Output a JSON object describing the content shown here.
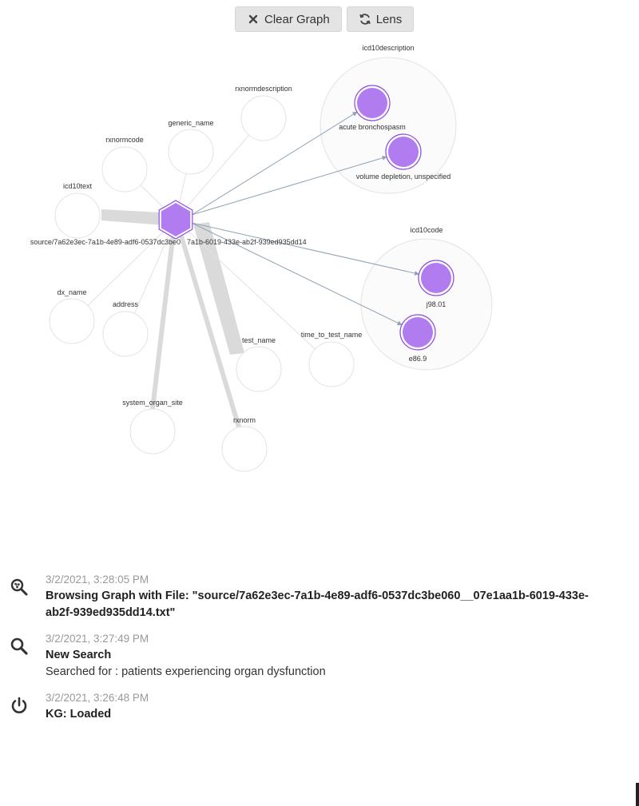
{
  "toolbar": {
    "clear_graph_label": "Clear Graph",
    "lens_label": "Lens"
  },
  "graph": {
    "source_label_left": "source/7a62e3ec-7a1b-4e89-adf6-0537dc3be0",
    "source_label_right": "7a1b-6019-433e-ab2f-939ed935dd14",
    "property_nodes": [
      "rxnormdescription",
      "generic_name",
      "rxnormcode",
      "icd10text",
      "dx_name",
      "address",
      "test_name",
      "time_to_test_name",
      "system_organ_site",
      "rxnorm"
    ],
    "groups": [
      {
        "name": "icd10description",
        "nodes": [
          "acute bronchospasm",
          "volume depletion, unspecified"
        ]
      },
      {
        "name": "icd10code",
        "nodes": [
          "j98.01",
          "e86.9"
        ]
      }
    ],
    "colors": {
      "node_fill": "#b07cf0",
      "node_stroke": "#8a4fe0",
      "edge": "#8fa1b3",
      "band": "#dadada",
      "ghost_stroke": "#e3e3e3"
    }
  },
  "log": [
    {
      "icon": "graph-search-icon",
      "timestamp": "3/2/2021, 3:28:05 PM",
      "title": "Browsing Graph with File: \"source/7a62e3ec-7a1b-4e89-adf6-0537dc3be060__07e1aa1b-6019-433e-ab2f-939ed935dd14.txt\"",
      "detail": ""
    },
    {
      "icon": "search-icon",
      "timestamp": "3/2/2021, 3:27:49 PM",
      "title": "New Search",
      "detail": "Searched for : patients experiencing organ dysfunction"
    },
    {
      "icon": "power-icon",
      "timestamp": "3/2/2021, 3:26:48 PM",
      "title": "KG: Loaded",
      "detail": ""
    }
  ]
}
